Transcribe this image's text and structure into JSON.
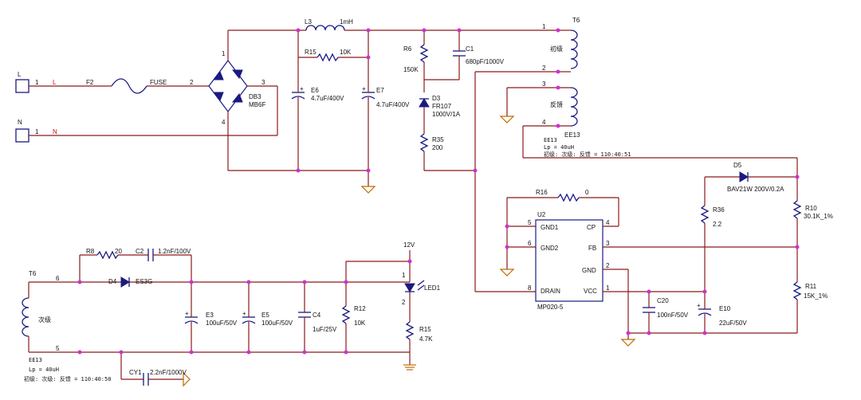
{
  "labels": {
    "L_term": "L",
    "L_net": "L",
    "N_term": "N",
    "N_net": "N",
    "term_pin": "1",
    "F2": "F2",
    "FUSE": "FUSE",
    "DB3": "DB3",
    "DB3_val": "MB6F",
    "db_pin1": "1",
    "db_pin2": "2",
    "db_pin3": "3",
    "db_pin4": "4",
    "L3": "L3",
    "L3_val": "1mH",
    "R15a": "R15",
    "R15a_val": "10K",
    "E6": "E6",
    "E6_val": "4.7uF/400V",
    "E7": "E7",
    "E7_val": "4.7uF/400V",
    "R6": "R6",
    "R6_val": "150K",
    "C1": "C1",
    "C1_val": "680pF/1000V",
    "D3": "D3",
    "D3_val1": "FR107",
    "D3_val2": "1000V/1A",
    "R35": "R35",
    "R35_val": "200",
    "T6": "T6",
    "prim": "初级",
    "fb": "反馈",
    "EE13": "EE13",
    "tp1": "1",
    "tp2": "2",
    "tp3": "3",
    "tp4": "4",
    "ee13_a": "EE13",
    "lp_a": "Lp = 40uH",
    "ratio_a": "初级: 次级: 反馈 = 110:40:51",
    "D5": "D5",
    "D5_val": "BAV21W  200V/0.2A",
    "R16": "R16",
    "R16_val": "0",
    "U2": "U2",
    "U2_part": "MP020-5",
    "u_gnd1": "GND1",
    "u_gnd2": "GND2",
    "u_drain": "DRAIN",
    "u_cp": "CP",
    "u_fb": "FB",
    "u_gnd": "GND",
    "u_vcc": "VCC",
    "up5": "5",
    "up6": "6",
    "up8": "8",
    "up4": "4",
    "up3": "3",
    "up2": "2",
    "up1": "1",
    "R36": "R36",
    "R36_val": "2.2",
    "R10": "R10",
    "R10_val": "30.1K_1%",
    "R11": "R11",
    "R11_val": "15K_1%",
    "C20": "C20",
    "C20_val": "100nF/50V",
    "E10": "E10",
    "E10_val": "22uF/50V",
    "T6b": "T6",
    "sec": "次级",
    "sp6": "6",
    "sp5": "5",
    "ee13_b": "EE13",
    "lp_b": "Lp = 40uH",
    "ratio_b": "初级: 次级: 反馈 = 110:40:50",
    "R8": "R8",
    "R8_val": "20",
    "C2": "C2",
    "C2_val": "1.2nF/100V",
    "D4": "D4",
    "D4_val": "ES3G",
    "E3": "E3",
    "E3_val": "100uF/50V",
    "E5": "E5",
    "E5_val": "100uF/50V",
    "C4": "C4",
    "C4_val": "1uF/25V",
    "R12": "R12",
    "R12_val": "10K",
    "v12": "12V",
    "LED1": "LED1",
    "led_p1": "1",
    "led_p2": "2",
    "R15b": "R15",
    "R15b_val": "4.7K",
    "CY1": "CY1",
    "CY1_val": "2.2nF/1000V",
    "plus": "+"
  }
}
